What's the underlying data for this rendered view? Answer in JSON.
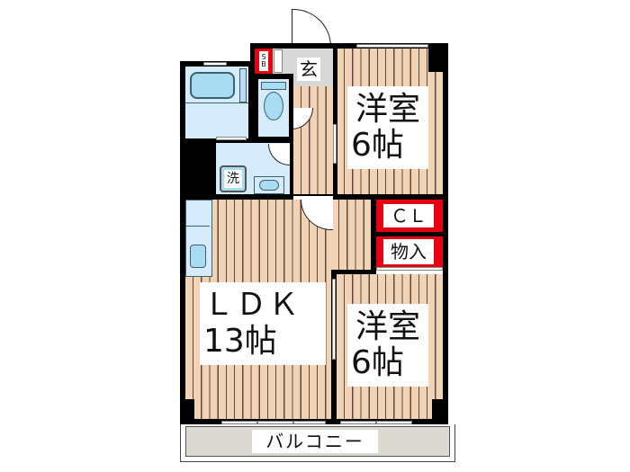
{
  "floorplan": {
    "rooms": {
      "entrance": {
        "label": "玄"
      },
      "shoe_box": {
        "label": "S\nB",
        "label_top": "S",
        "label_bottom": "B"
      },
      "western_room_1": {
        "label_line1": "洋室",
        "label_line2": "6帖"
      },
      "western_room_2": {
        "label_line1": "洋室",
        "label_line2": "6帖"
      },
      "ldk": {
        "label_line1": "ＬＤＫ",
        "label_line2": "13帖"
      },
      "closet": {
        "label": "ＣＬ"
      },
      "storage": {
        "label": "物入"
      },
      "washroom": {
        "label": "洗"
      },
      "balcony": {
        "label": "バルコニー"
      }
    },
    "colors": {
      "floor": "#f3d3b5",
      "floor_lines": "#5a4a3e",
      "wall": "#000000",
      "wet_area": "#d6ecfb",
      "fixture": "#a9dcf3",
      "storage_highlight": "#e60012",
      "entrance_floor": "#d8d8d8",
      "balcony": "#dcd8d2"
    }
  }
}
